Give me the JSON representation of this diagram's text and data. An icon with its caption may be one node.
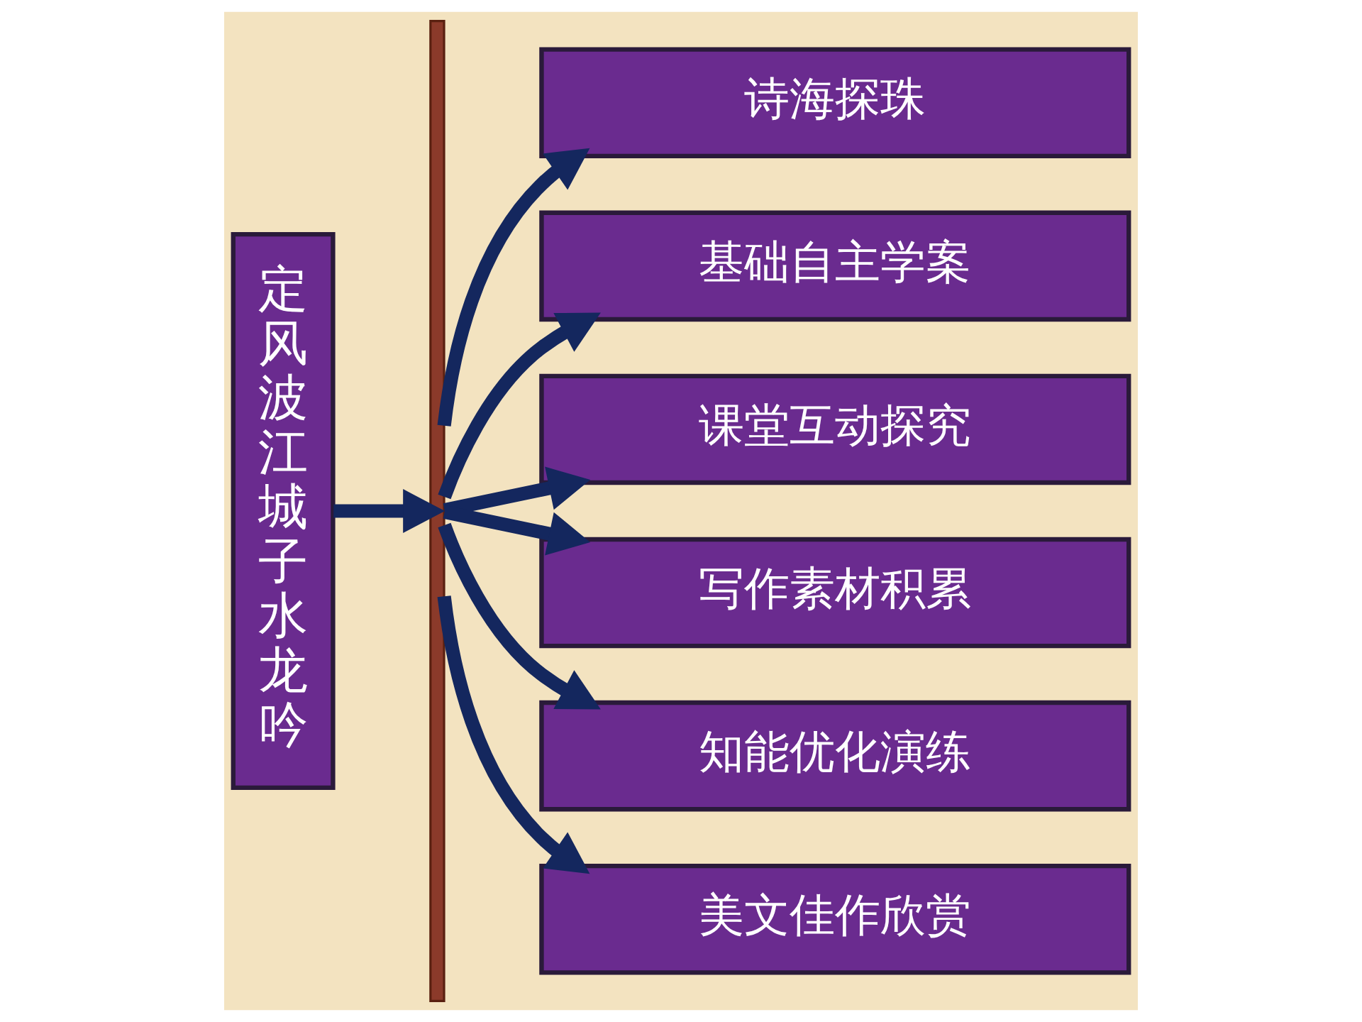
{
  "diagram": {
    "nodes": [
      {
        "text": [
          "定风波江城子水龙吟"
        ]
      },
      {
        "text": [],
        "shape": "bar"
      },
      {
        "text": [
          "诗海探珠"
        ]
      },
      {
        "text": [
          "基础自主学案"
        ]
      },
      {
        "text": [
          "课堂互动探究"
        ]
      },
      {
        "text": [
          "写作素材积累"
        ]
      },
      {
        "text": [
          "知能优化演练"
        ]
      },
      {
        "text": [
          "美文佳作欣赏"
        ]
      }
    ],
    "edges": [
      {
        "from": 0,
        "to": 1,
        "arrow": "to"
      },
      {
        "from": 1,
        "to": 2,
        "arrow": "to"
      },
      {
        "from": 1,
        "to": 3,
        "arrow": "to"
      },
      {
        "from": 1,
        "to": 4,
        "arrow": "to"
      },
      {
        "from": 1,
        "to": 5,
        "arrow": "to"
      },
      {
        "from": 1,
        "to": 6,
        "arrow": "to"
      },
      {
        "from": 1,
        "to": 7,
        "arrow": "to"
      }
    ]
  }
}
